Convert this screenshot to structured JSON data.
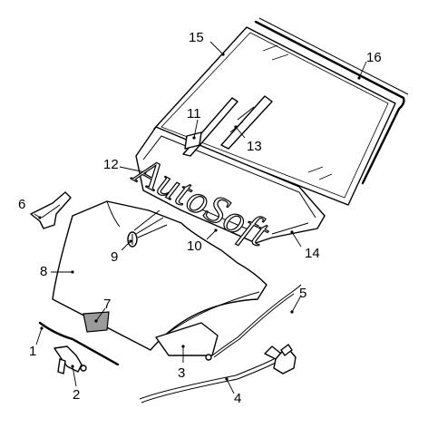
{
  "watermark": "AutoSoft",
  "callouts": {
    "c1": "1",
    "c2": "2",
    "c3": "3",
    "c4": "4",
    "c5": "5",
    "c6": "6",
    "c7": "7",
    "c8": "8",
    "c9": "9",
    "c10": "10",
    "c11": "11",
    "c12": "12",
    "c13": "13",
    "c14": "14",
    "c15": "15",
    "c16": "16"
  }
}
